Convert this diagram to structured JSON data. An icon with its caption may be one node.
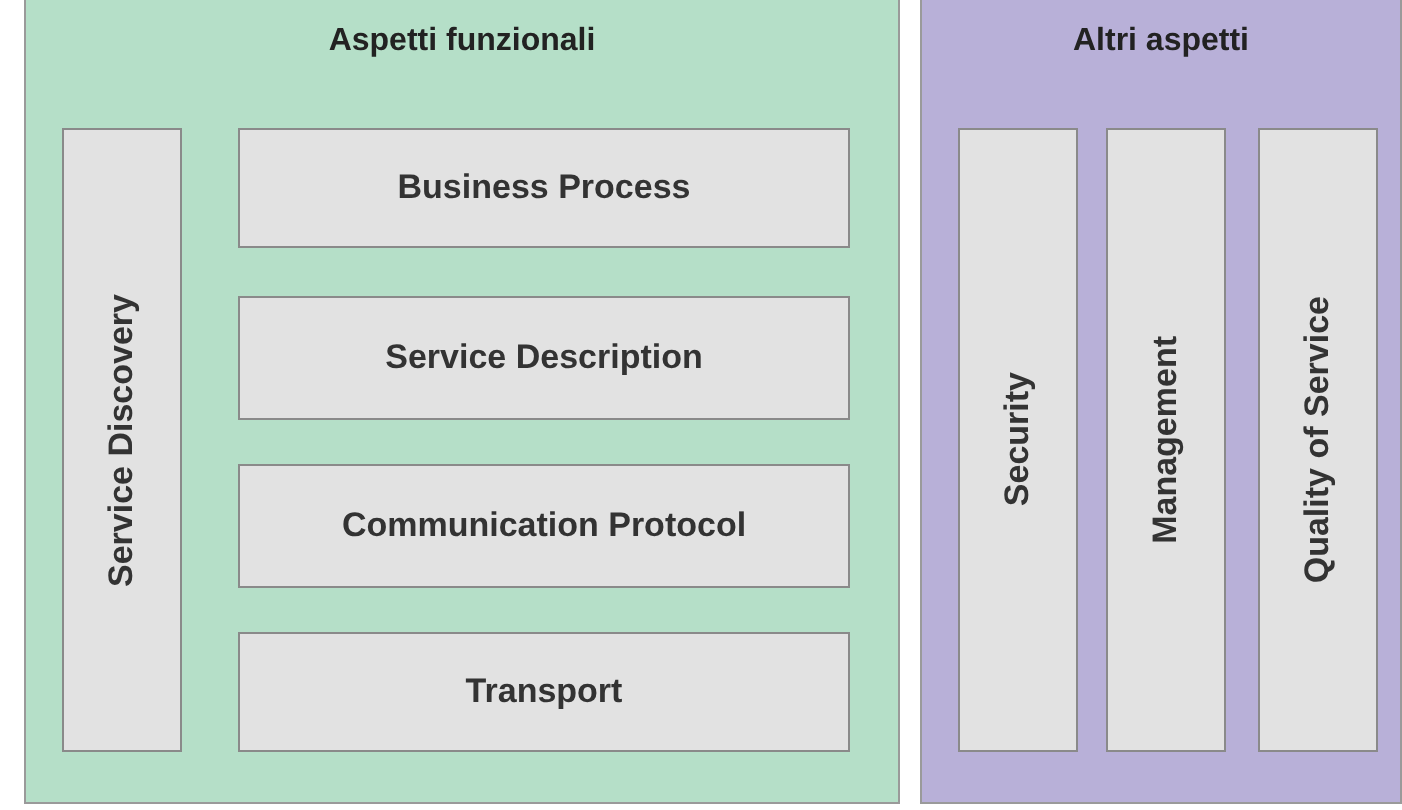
{
  "diagram": {
    "nodes": [
      {
        "text": [
          "Aspetti funzionali"
        ]
      },
      {
        "text": [
          "Service Discovery"
        ],
        "in": 0
      },
      {
        "text": [
          "Business Process"
        ],
        "in": 0
      },
      {
        "text": [
          "Service Description"
        ],
        "in": 0
      },
      {
        "text": [
          "Communication Protocol"
        ],
        "in": 0
      },
      {
        "text": [
          "Transport"
        ],
        "in": 0
      },
      {
        "text": [
          "Altri aspetti"
        ]
      },
      {
        "text": [
          "Security"
        ],
        "in": 6
      },
      {
        "text": [
          "Management"
        ],
        "in": 6
      },
      {
        "text": [
          "Quality of Service"
        ],
        "in": 6
      }
    ]
  }
}
